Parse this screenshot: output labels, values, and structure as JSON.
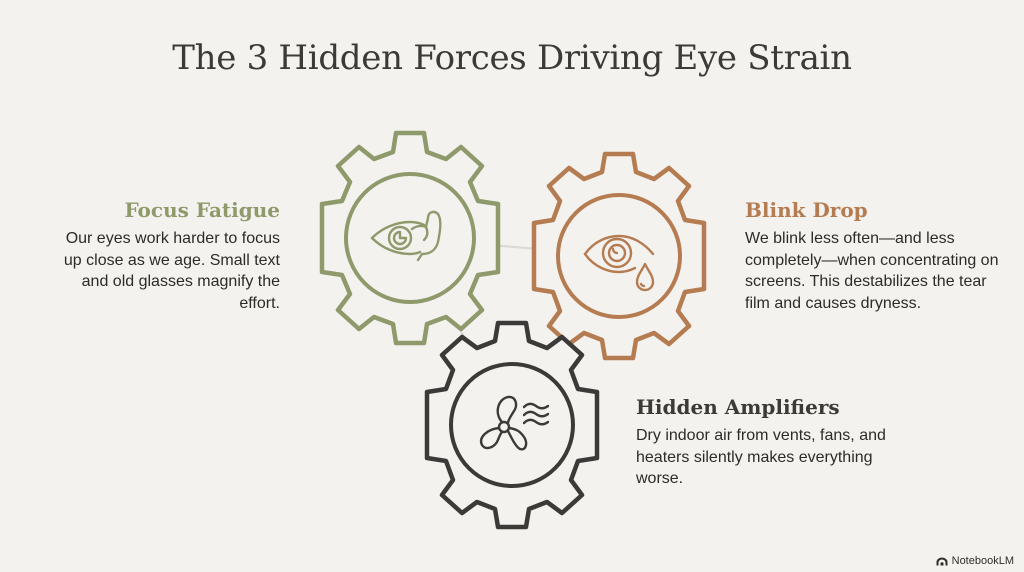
{
  "title": "The 3 Hidden Forces Driving Eye Strain",
  "colors": {
    "background": "#f4f2ee",
    "focus_fatigue": "#8f9a6c",
    "blink_drop": "#b57c52",
    "hidden_amplifiers": "#3b3a38",
    "connector": "#dcdad4",
    "body_text": "#2c2b29"
  },
  "forces": [
    {
      "id": "focus-fatigue",
      "heading": "Focus Fatigue",
      "body": "Our eyes work harder to focus up close as we age. Small text and old glasses magnify the effort.",
      "icon": "eye-with-flexed-arm-icon",
      "gear_color": "#8f9a6c"
    },
    {
      "id": "blink-drop",
      "heading": "Blink Drop",
      "body": "We blink less often—and less completely—when concentrating on screens. This destabilizes the tear film and causes dryness.",
      "icon": "eye-with-teardrop-icon",
      "gear_color": "#b57c52"
    },
    {
      "id": "hidden-amplifiers",
      "heading": "Hidden Amplifiers",
      "body": "Dry indoor air from vents, fans, and heaters silently makes everything worse.",
      "icon": "fan-with-airflow-icon",
      "gear_color": "#3b3a38"
    }
  ],
  "watermark": {
    "label": "NotebookLM",
    "icon": "notebooklm-logo-icon"
  }
}
